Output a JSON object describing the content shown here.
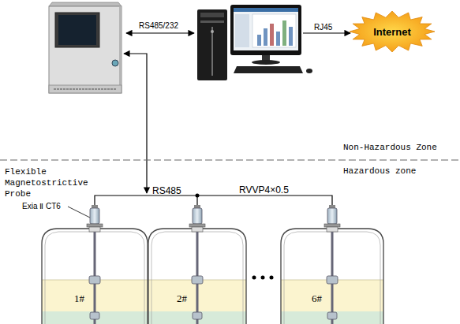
{
  "diagram": {
    "nodes": [
      {
        "text": [
          "Internet"
        ]
      },
      {
        "text": [
          "1#"
        ]
      },
      {
        "text": [
          "2#"
        ]
      },
      {
        "text": [
          "6#"
        ]
      }
    ],
    "labels": [
      "RS485/232",
      "RJ45",
      "Non-Hazardous Zone",
      "Hazardous zone",
      "Flexible Magnetostrictive Probe",
      "Exia Ⅱ CT6",
      "RS485",
      "RVVP4×0.5"
    ]
  }
}
